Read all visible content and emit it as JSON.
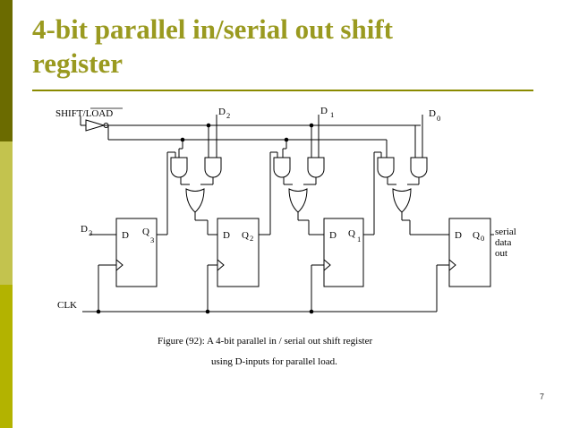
{
  "slide": {
    "title_line1": "4-bit parallel in/serial out shift",
    "title_line2": "register",
    "page_number": "7"
  },
  "colors": {
    "sidebar_dark": "#6b6b00",
    "sidebar_light": "#c3c34e",
    "sidebar_mid": "#b3b300",
    "title": "#9a9a20",
    "rule": "#8a8a00"
  },
  "diagram": {
    "shift_load_label": "SHIFT/LOAD",
    "clk_label": "CLK",
    "d_inputs": [
      {
        "letter": "D",
        "sub": "2"
      },
      {
        "letter": "D",
        "sub": "1"
      },
      {
        "letter": "D",
        "sub": "0"
      },
      {
        "letter": "D",
        "sub": "3"
      }
    ],
    "flip_flops": [
      {
        "d_pin": "D",
        "q_pin": "Q",
        "q_sub": "3"
      },
      {
        "d_pin": "D",
        "q_pin": "Q",
        "q_sub": "2"
      },
      {
        "d_pin": "D",
        "q_pin": "Q",
        "q_sub": "1"
      },
      {
        "d_pin": "D",
        "q_pin": "Q",
        "q_sub": "0"
      }
    ],
    "output_label": [
      "serial",
      "data",
      "out"
    ],
    "caption_line1": "Figure (92): A 4-bit parallel in / serial out shift register",
    "caption_line2": "using D-inputs for parallel load."
  }
}
